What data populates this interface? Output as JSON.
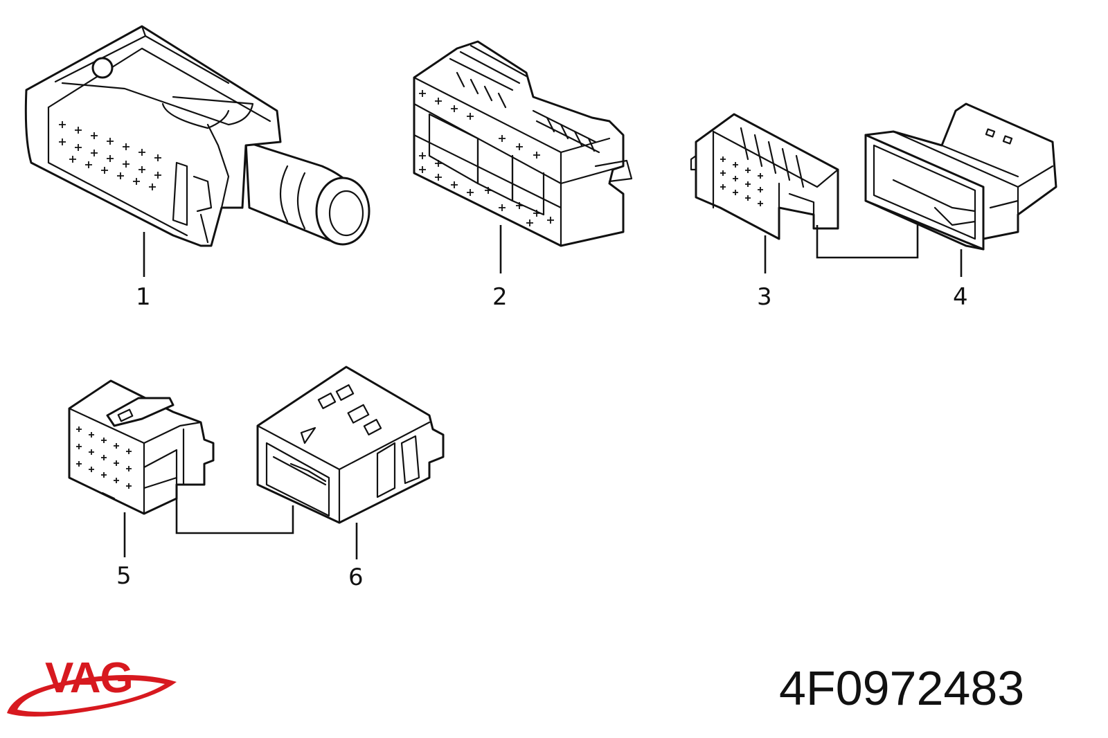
{
  "parts": [
    {
      "id": "part-1",
      "label": "1"
    },
    {
      "id": "part-2",
      "label": "2"
    },
    {
      "id": "part-3",
      "label": "3"
    },
    {
      "id": "part-4",
      "label": "4"
    },
    {
      "id": "part-5",
      "label": "5"
    },
    {
      "id": "part-6",
      "label": "6"
    }
  ],
  "brand": {
    "logo_text": "VAG",
    "color": "#d7191f"
  },
  "part_number": "4F0972483"
}
